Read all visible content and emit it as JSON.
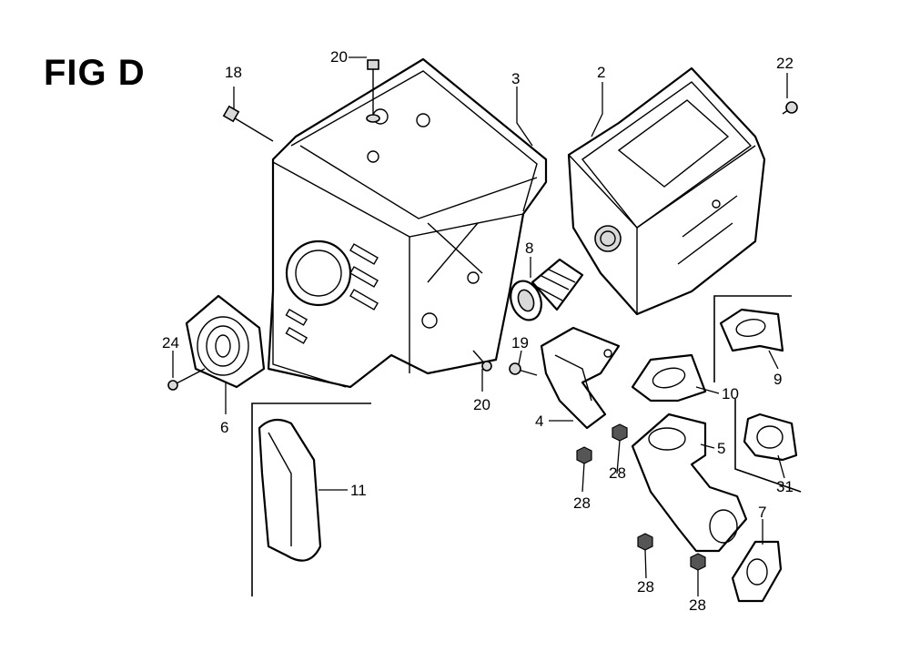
{
  "figure": {
    "title": "FIG D"
  },
  "callouts": [
    {
      "id": "c18",
      "label": "18"
    },
    {
      "id": "c20a",
      "label": "20"
    },
    {
      "id": "c3",
      "label": "3"
    },
    {
      "id": "c2",
      "label": "2"
    },
    {
      "id": "c22",
      "label": "22"
    },
    {
      "id": "c8",
      "label": "8"
    },
    {
      "id": "c24",
      "label": "24"
    },
    {
      "id": "c6",
      "label": "6"
    },
    {
      "id": "c20b",
      "label": "20"
    },
    {
      "id": "c19",
      "label": "19"
    },
    {
      "id": "c4",
      "label": "4"
    },
    {
      "id": "c9",
      "label": "9"
    },
    {
      "id": "c10",
      "label": "10"
    },
    {
      "id": "c5",
      "label": "5"
    },
    {
      "id": "c31",
      "label": "31"
    },
    {
      "id": "c11",
      "label": "11"
    },
    {
      "id": "c28a",
      "label": "28"
    },
    {
      "id": "c28b",
      "label": "28"
    },
    {
      "id": "c7",
      "label": "7"
    },
    {
      "id": "c28c",
      "label": "28"
    },
    {
      "id": "c28d",
      "label": "28"
    }
  ]
}
